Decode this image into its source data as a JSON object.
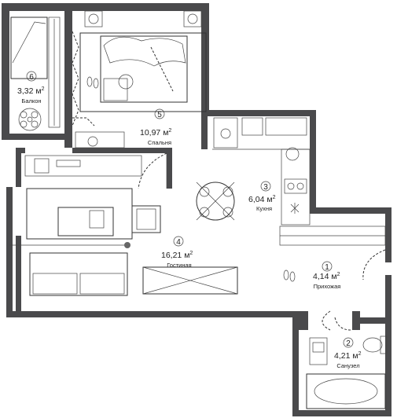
{
  "rooms": [
    {
      "id": "balcony",
      "number": "6",
      "area": "3,32",
      "unit": "м",
      "sup": "2",
      "label": "Балкон"
    },
    {
      "id": "bedroom",
      "number": "5",
      "area": "10,97",
      "unit": "м",
      "sup": "2",
      "label": "Спальня"
    },
    {
      "id": "kitchen",
      "number": "3",
      "area": "6,04",
      "unit": "м",
      "sup": "2",
      "label": "Кухня"
    },
    {
      "id": "living",
      "number": "4",
      "area": "16,21",
      "unit": "м",
      "sup": "2",
      "label": "Гостиная"
    },
    {
      "id": "hall",
      "number": "1",
      "area": "4,14",
      "unit": "м",
      "sup": "2",
      "label": "Прихожая"
    },
    {
      "id": "bath",
      "number": "2",
      "area": "4,21",
      "unit": "м",
      "sup": "2",
      "label": "Санузел"
    }
  ],
  "colors": {
    "wall": "#4a4a4c",
    "line": "#333333",
    "background": "#ffffff"
  }
}
